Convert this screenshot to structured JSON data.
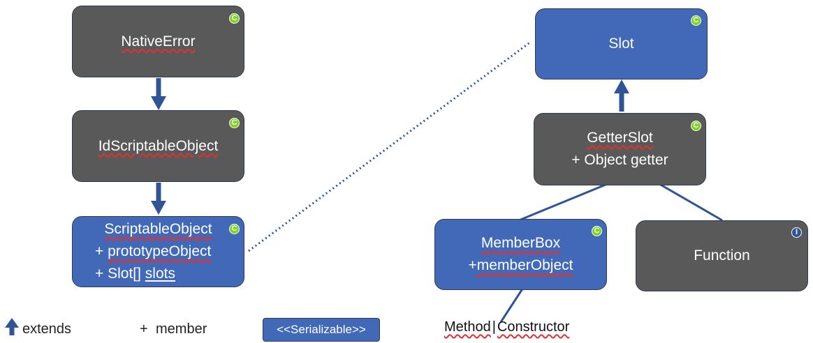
{
  "nodes": {
    "native_error": {
      "name": "NativeError",
      "badge": "C"
    },
    "id_scriptable_object": {
      "name": "IdScriptableObject",
      "badge": "C"
    },
    "scriptable_object": {
      "name": "ScriptableObject",
      "member1_prefix": "+ ",
      "member1": "prototypeObject",
      "member2_prefix": "+ Slot[] ",
      "member2": "slots",
      "badge": "C"
    },
    "slot": {
      "name": "Slot",
      "badge": "C"
    },
    "getter_slot": {
      "name": "GetterSlot",
      "member1": "+ Object getter",
      "badge": "C"
    },
    "member_box": {
      "name": "MemberBox",
      "member1_prefix": "+",
      "member1": "memberObject",
      "badge": "C"
    },
    "function": {
      "name": "Function",
      "badge": "I"
    }
  },
  "member_box_type": {
    "method": "Method",
    "separator": "|",
    "constructor": "Constructor"
  },
  "legend": {
    "extends": "extends",
    "member_symbol": "+",
    "member": "member",
    "serializable": "<<Serializable>>"
  },
  "colors": {
    "class_gray": "#595959",
    "class_blue": "#4169b8",
    "arrow": "#2f5597",
    "badge_class": "#7fd321",
    "badge_interface": "#2f5597"
  }
}
